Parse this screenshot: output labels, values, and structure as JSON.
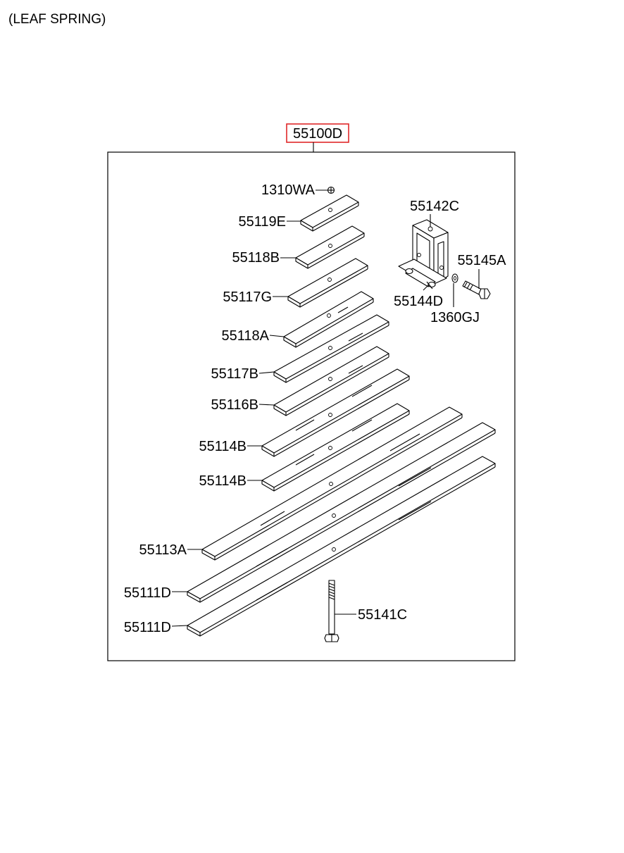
{
  "title": "(LEAF SPRING)",
  "assembly": {
    "part_number": "55100D",
    "highlight_color": "#e0282a"
  },
  "parts": [
    {
      "id": "p1310WA",
      "part_number": "1310WA"
    },
    {
      "id": "p55119E",
      "part_number": "55119E"
    },
    {
      "id": "p55118B",
      "part_number": "55118B"
    },
    {
      "id": "p55117G",
      "part_number": "55117G"
    },
    {
      "id": "p55118A",
      "part_number": "55118A"
    },
    {
      "id": "p55117B",
      "part_number": "55117B"
    },
    {
      "id": "p55116B",
      "part_number": "55116B"
    },
    {
      "id": "p55114B_1",
      "part_number": "55114B"
    },
    {
      "id": "p55114B_2",
      "part_number": "55114B"
    },
    {
      "id": "p55113A",
      "part_number": "55113A"
    },
    {
      "id": "p55111D_1",
      "part_number": "55111D"
    },
    {
      "id": "p55111D_2",
      "part_number": "55111D"
    },
    {
      "id": "p55141C",
      "part_number": "55141C"
    },
    {
      "id": "p55142C",
      "part_number": "55142C"
    },
    {
      "id": "p55145A",
      "part_number": "55145A"
    },
    {
      "id": "p55144D",
      "part_number": "55144D"
    },
    {
      "id": "p1360GJ",
      "part_number": "1360GJ"
    }
  ]
}
